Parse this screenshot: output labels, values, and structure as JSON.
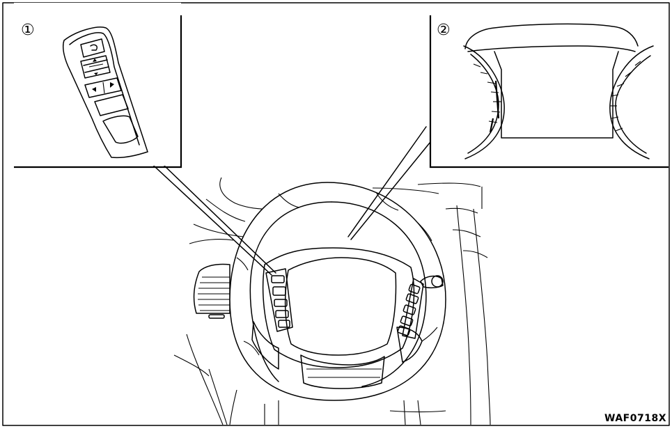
{
  "callouts": {
    "one": "①",
    "two": "②"
  },
  "figure_code": "WAF0718X",
  "colors": {
    "ink": "#000000",
    "paper": "#ffffff"
  },
  "icons": {
    "back_button": "return-arrow-icon",
    "scroll_button": "up-down-scroll-icon",
    "tab_button": "left-right-arrow-icon"
  }
}
